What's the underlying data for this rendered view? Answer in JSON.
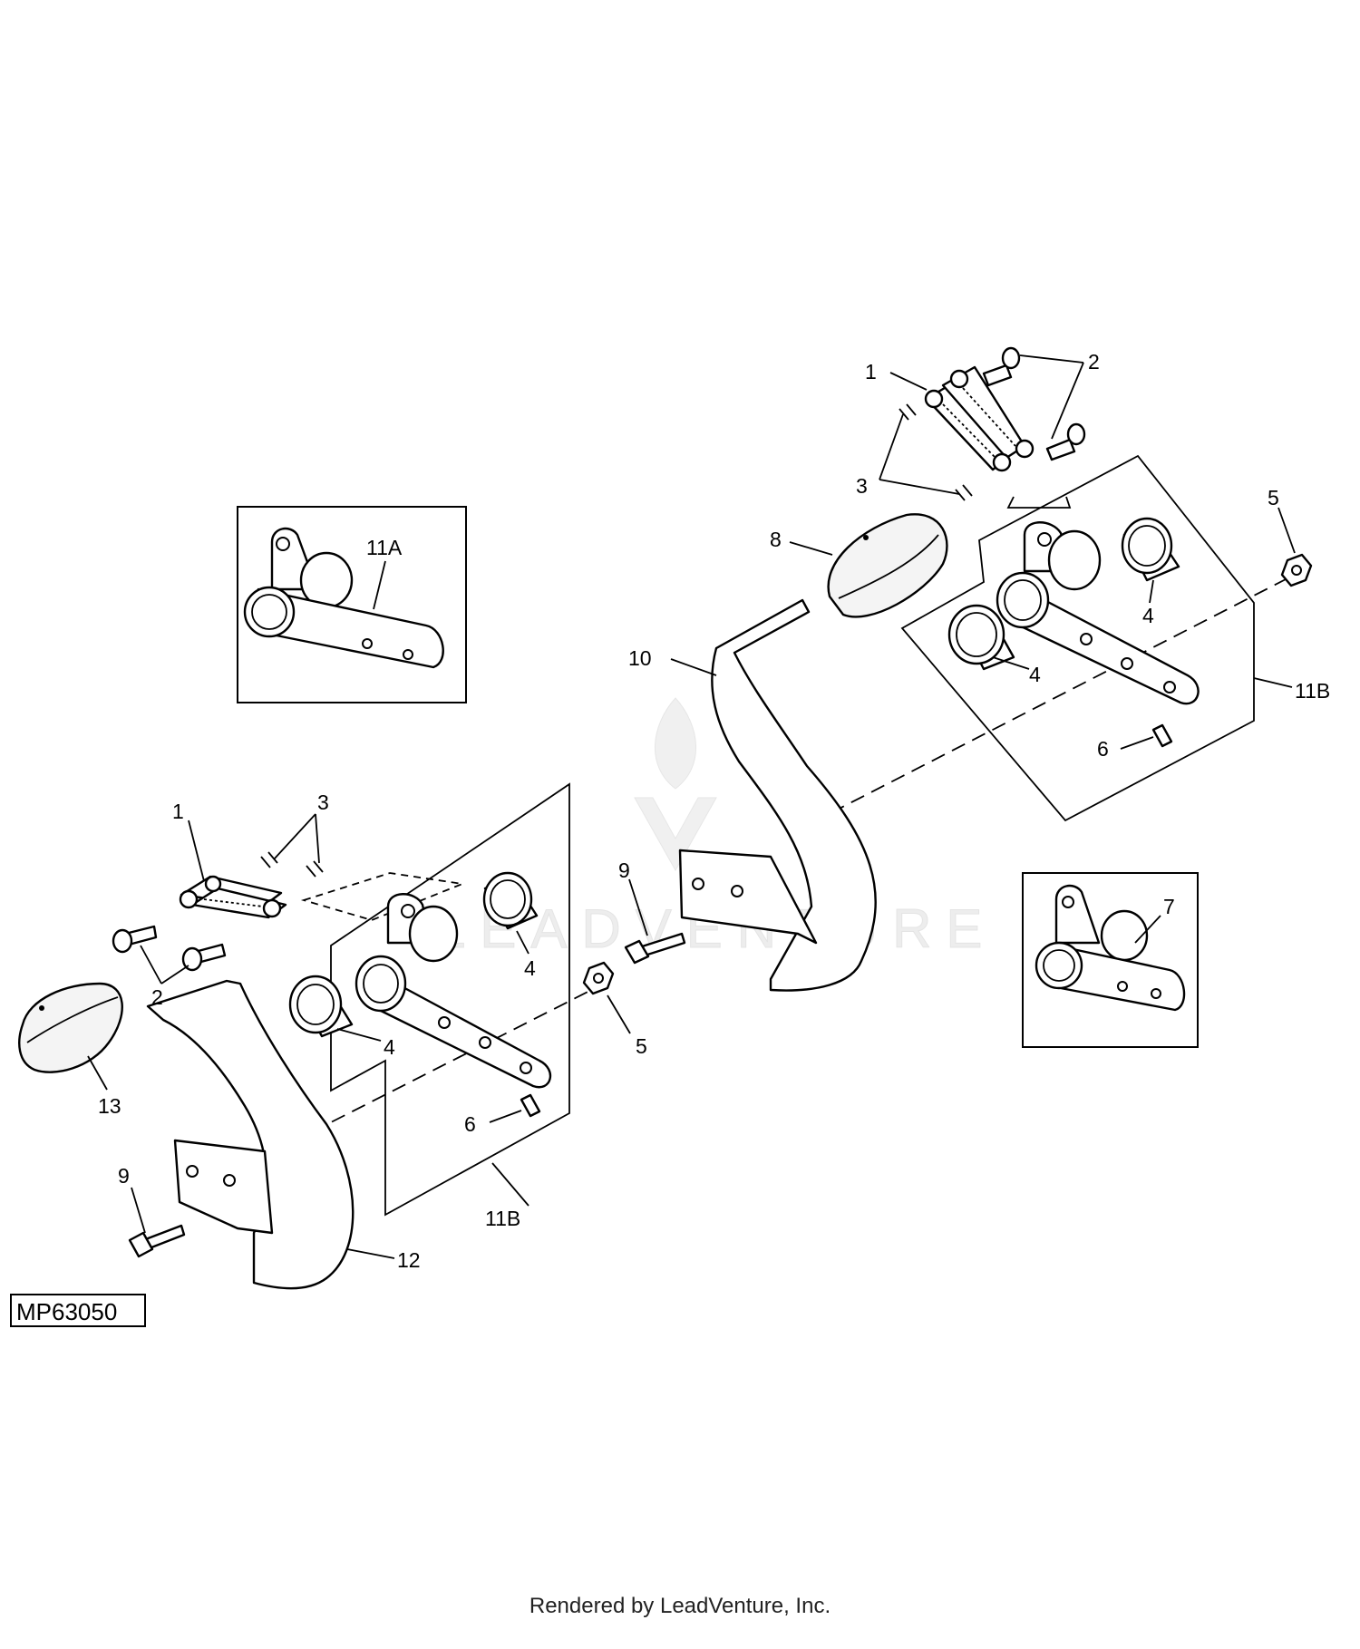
{
  "diagram_id": "MP63050",
  "watermark": "LEADVENTURE",
  "footer": "Rendered by LeadVenture, Inc.",
  "callouts": {
    "c1_right": "1",
    "c2_right": "2",
    "c3_right": "3",
    "c4_right_a": "4",
    "c4_right_b": "4",
    "c5_right": "5",
    "c6_right": "6",
    "c7": "7",
    "c8": "8",
    "c9_right": "9",
    "c10": "10",
    "c11a": "11A",
    "c11b_right": "11B",
    "c1_left": "1",
    "c2_left": "2",
    "c3_left": "3",
    "c4_left_a": "4",
    "c4_left_b": "4",
    "c5_left": "5",
    "c6_left": "6",
    "c9_left": "9",
    "c11b_left": "11B",
    "c12": "12",
    "c13": "13"
  }
}
